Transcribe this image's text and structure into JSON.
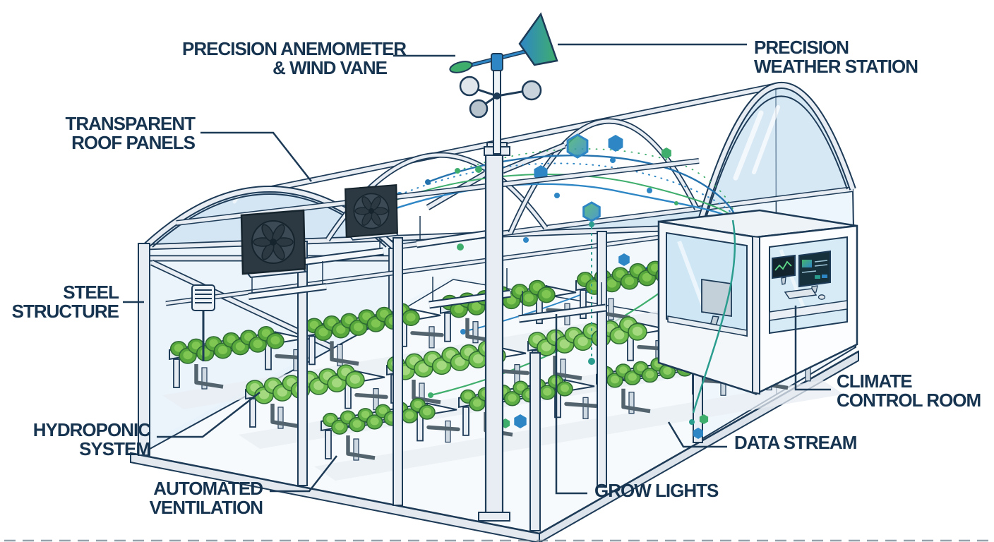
{
  "diagram": {
    "labels": {
      "anemometer": {
        "line1": "PRECISION ANEMOMETER",
        "line2": "& WIND VANE"
      },
      "weather_station": {
        "line1": "PRECISION",
        "line2": "WEATHER STATION"
      },
      "roof_panels": {
        "line1": "TRANSPARENT",
        "line2": "ROOF PANELS"
      },
      "steel_structure": {
        "line1": "STEEL",
        "line2": "STRUCTURE"
      },
      "hydroponic_system": {
        "line1": "HYDROPONIC",
        "line2": "SYSTEM"
      },
      "automated_ventilation": {
        "line1": "AUTOMATED",
        "line2": "VENTILATION"
      },
      "grow_lights": {
        "line1": "GROW LIGHTS"
      },
      "data_stream": {
        "line1": "DATA STREAM"
      },
      "climate_control_room": {
        "line1": "CLIMATE",
        "line2": "CONTROL ROOM"
      }
    },
    "colors": {
      "label_text": "#16334f",
      "outline_navy": "#1d3a57",
      "steel": "#e7edf3",
      "steel_shade": "#cfd9e2",
      "glass_blue": "#bcd8ee",
      "floor_white": "#fbfdfe",
      "data_blue": "#2e86c5",
      "data_blue_dark": "#2573ae",
      "data_green": "#3fae6d",
      "data_teal": "#2a9d8f",
      "plant_dark": "#58a73d",
      "plant_mid": "#6fbc4f",
      "plant_light": "#a5d97f",
      "fan_dark": "#2c3943",
      "pipe_gray": "#53646f",
      "monitor_screen": "#16303c",
      "chart_line_green": "#5fd98a"
    }
  }
}
